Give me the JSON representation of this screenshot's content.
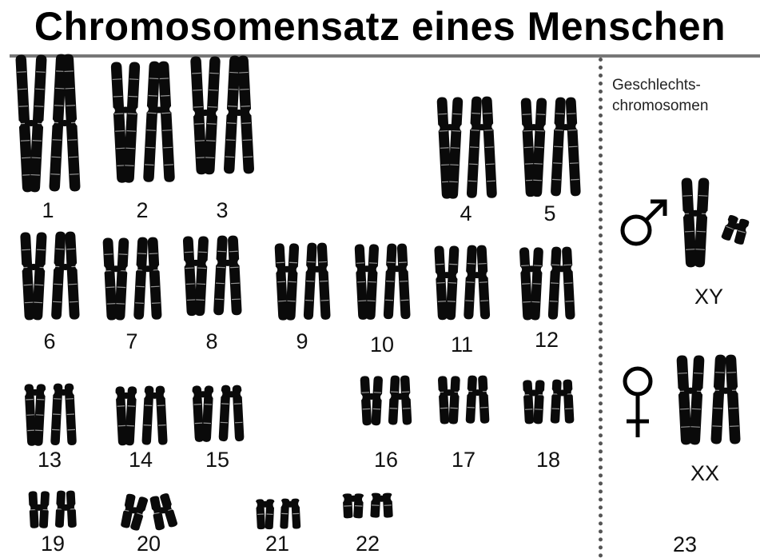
{
  "title": "Chromosomensatz eines Menschen",
  "sex_chromosomes_label": {
    "line1": "Geschlechts-",
    "line2": "chromosomen"
  },
  "pairs": [
    {
      "label": "1",
      "size": 1.0,
      "cen": 0.5,
      "w": 1.0,
      "tilt": 0,
      "mini": false
    },
    {
      "label": "2",
      "size": 0.88,
      "cen": 0.4,
      "w": 1.0,
      "tilt": 0,
      "mini": false
    },
    {
      "label": "3",
      "size": 0.86,
      "cen": 0.48,
      "w": 1.0,
      "tilt": 0,
      "mini": false
    },
    {
      "label": "4",
      "size": 0.74,
      "cen": 0.3,
      "w": 0.95,
      "tilt": 0,
      "mini": false
    },
    {
      "label": "5",
      "size": 0.72,
      "cen": 0.3,
      "w": 0.95,
      "tilt": 0,
      "mini": false
    },
    {
      "label": "6",
      "size": 0.64,
      "cen": 0.4,
      "w": 0.95,
      "tilt": 0,
      "mini": false
    },
    {
      "label": "7",
      "size": 0.6,
      "cen": 0.38,
      "w": 0.95,
      "tilt": 0,
      "mini": false
    },
    {
      "label": "8",
      "size": 0.58,
      "cen": 0.34,
      "w": 0.95,
      "tilt": 0,
      "mini": false
    },
    {
      "label": "9",
      "size": 0.56,
      "cen": 0.34,
      "w": 0.9,
      "tilt": 0,
      "mini": false
    },
    {
      "label": "10",
      "size": 0.55,
      "cen": 0.33,
      "w": 0.9,
      "tilt": 0,
      "mini": false
    },
    {
      "label": "11",
      "size": 0.54,
      "cen": 0.4,
      "w": 0.9,
      "tilt": 0,
      "mini": false
    },
    {
      "label": "12",
      "size": 0.53,
      "cen": 0.3,
      "w": 0.9,
      "tilt": 0,
      "mini": false
    },
    {
      "label": "13",
      "size": 0.45,
      "cen": 0.14,
      "w": 0.85,
      "tilt": 0,
      "mini": false
    },
    {
      "label": "14",
      "size": 0.43,
      "cen": 0.16,
      "w": 0.85,
      "tilt": 0,
      "mini": false
    },
    {
      "label": "15",
      "size": 0.41,
      "cen": 0.16,
      "w": 0.85,
      "tilt": 0,
      "mini": false
    },
    {
      "label": "16",
      "size": 0.36,
      "cen": 0.42,
      "w": 0.85,
      "tilt": 0,
      "mini": false
    },
    {
      "label": "17",
      "size": 0.35,
      "cen": 0.35,
      "w": 0.85,
      "tilt": 0,
      "mini": false
    },
    {
      "label": "18",
      "size": 0.32,
      "cen": 0.3,
      "w": 0.85,
      "tilt": 0,
      "mini": false
    },
    {
      "label": "19",
      "size": 0.27,
      "cen": 0.45,
      "w": 0.8,
      "tilt": 0,
      "mini": false
    },
    {
      "label": "20",
      "size": 0.25,
      "cen": 0.45,
      "w": 0.85,
      "tilt": 14,
      "mini": false
    },
    {
      "label": "21",
      "size": 0.22,
      "cen": 0.18,
      "w": 0.75,
      "tilt": 0,
      "mini": false
    },
    {
      "label": "22",
      "size": 0.18,
      "cen": 0.22,
      "w": 0.85,
      "tilt": 0,
      "mini": false
    }
  ],
  "male": {
    "label": "XY",
    "symbol": "male-symbol"
  },
  "female": {
    "label": "XX",
    "symbol": "female-symbol"
  },
  "pair_23_label": "23"
}
